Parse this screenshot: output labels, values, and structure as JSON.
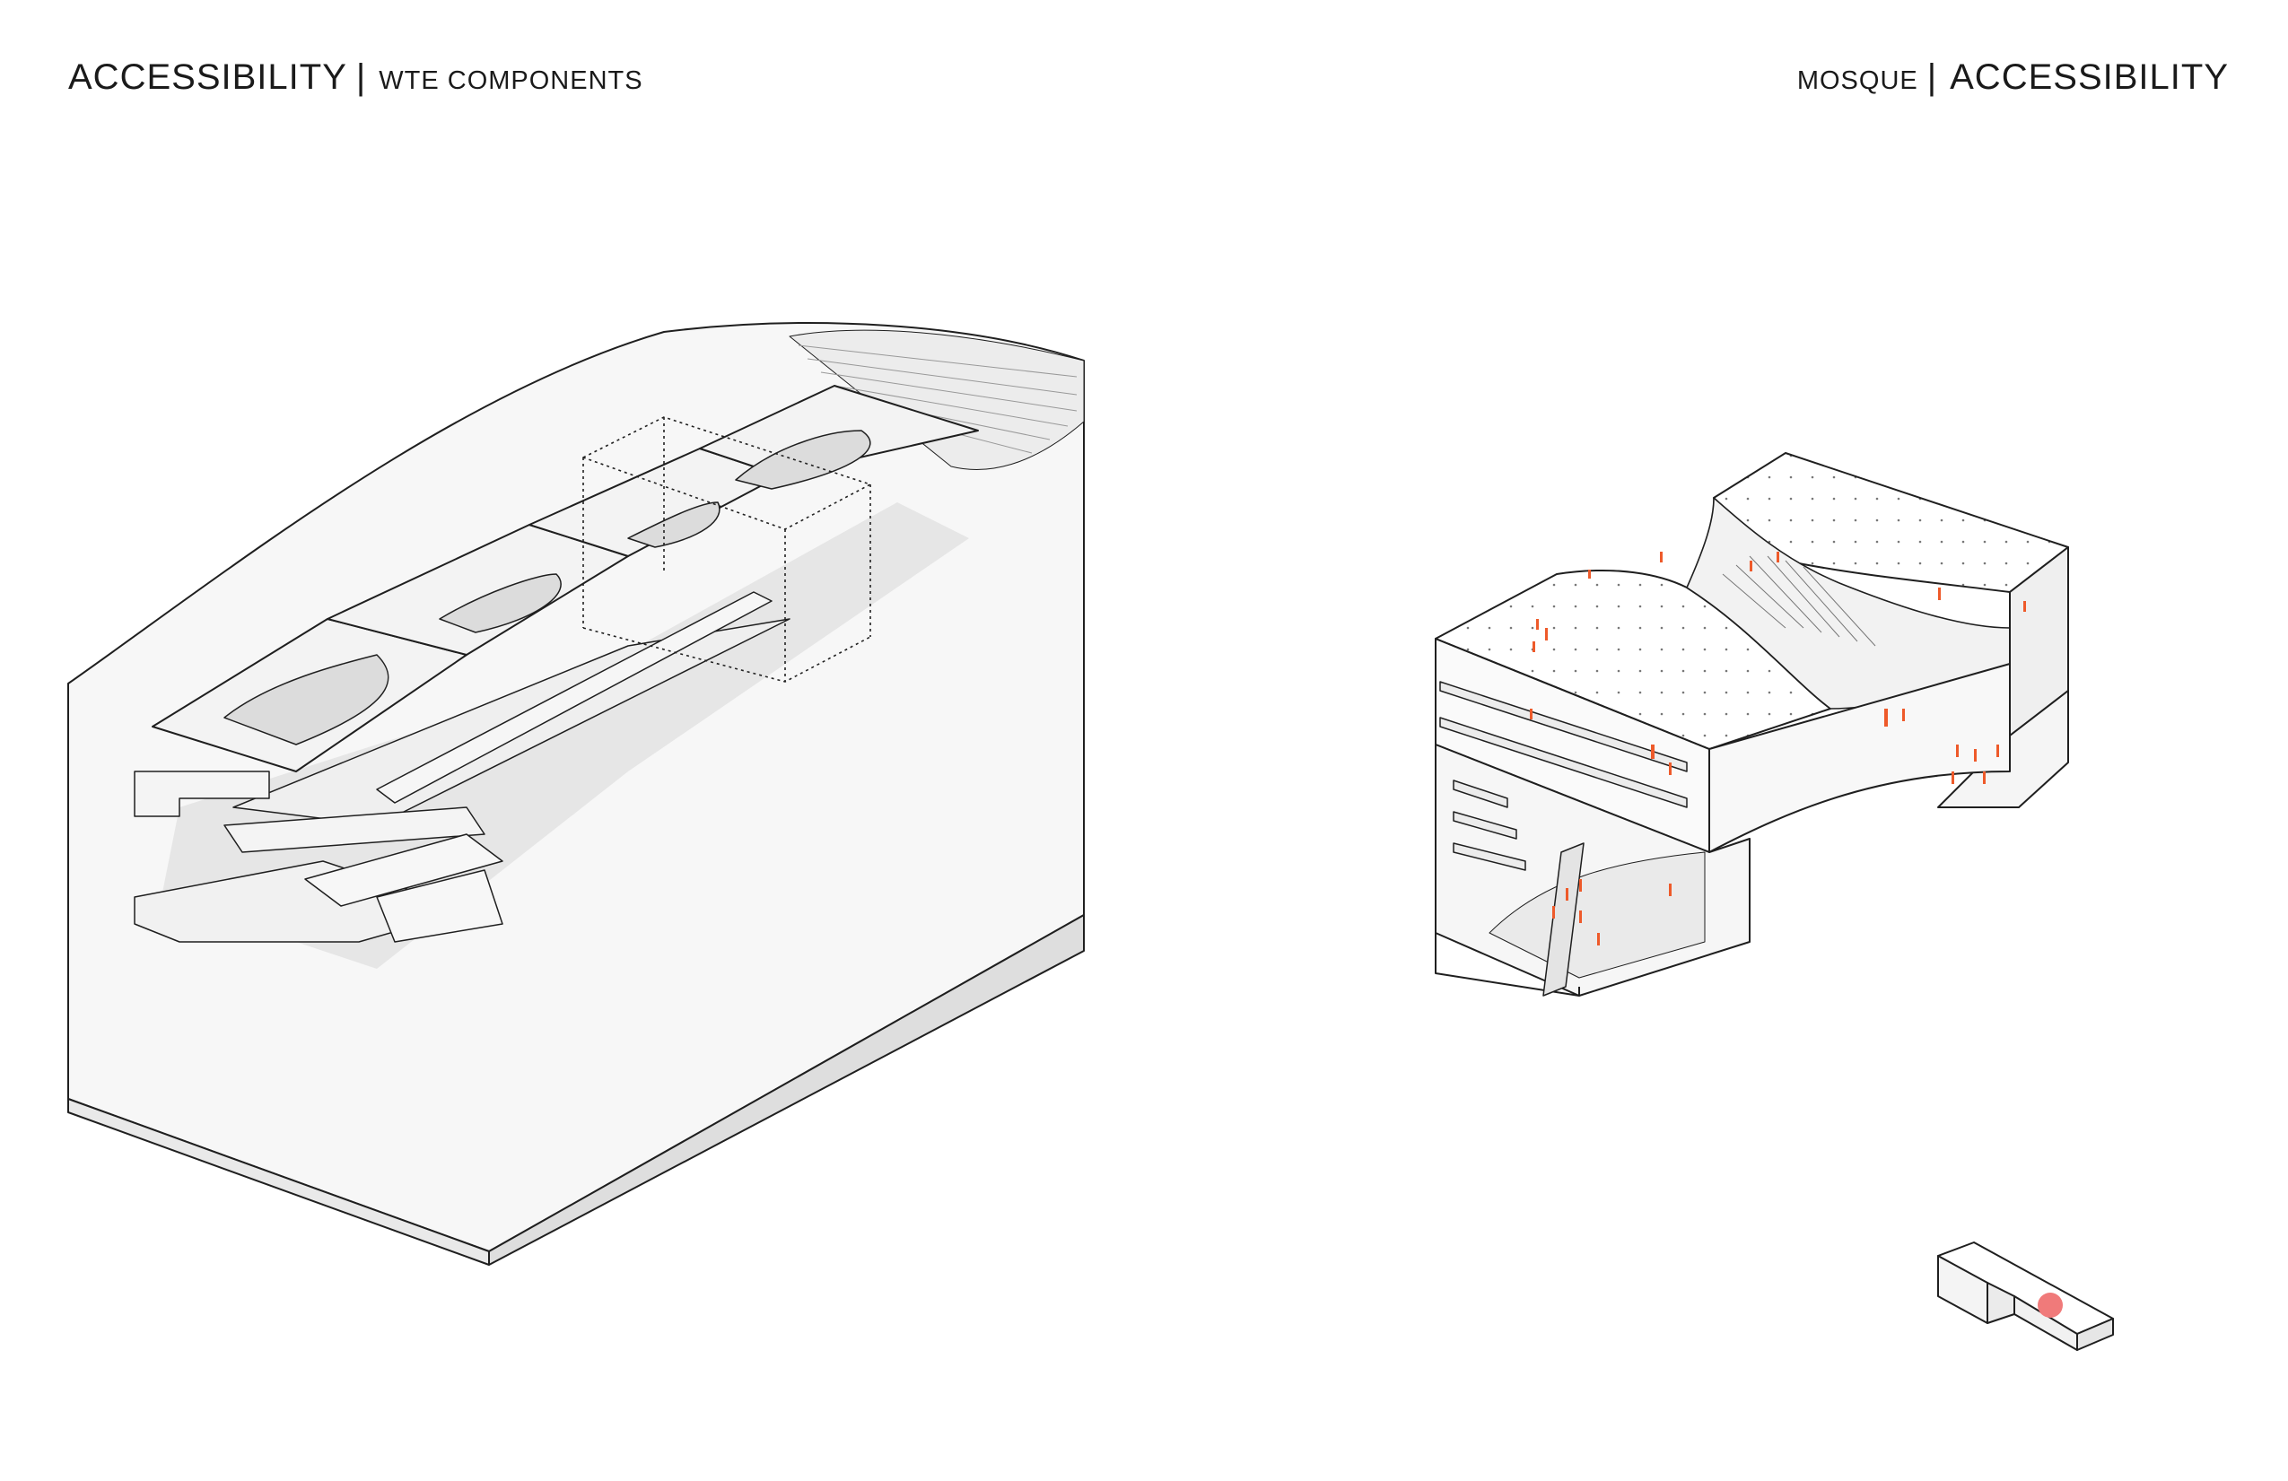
{
  "header_left": {
    "main": "ACCESSIBILITY",
    "separator": "|",
    "sub": "WTE COMPONENTS"
  },
  "header_right": {
    "sub": "MOSQUE",
    "separator": "|",
    "main": "ACCESSIBILITY"
  },
  "colors": {
    "accent": "#ee5a2a",
    "marker": "#f07a7a",
    "line": "#2a2a2a",
    "shade": "#d8d8d8"
  },
  "drawings": {
    "left": "wte-components-exploded-axonometric",
    "right": "mosque-sectional-axonometric",
    "key": "site-key-map"
  }
}
